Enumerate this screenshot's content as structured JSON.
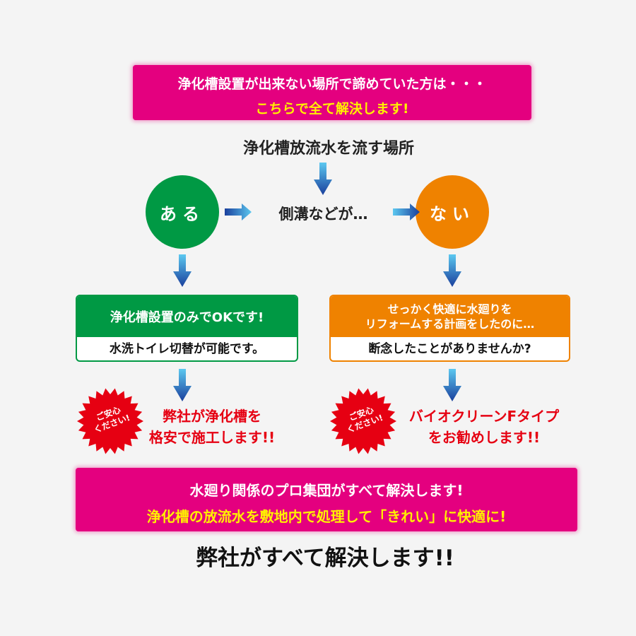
{
  "top_banner": {
    "line1": "浄化槽設置が出来ない場所で諦めていた方は・・・",
    "line2": "こちらで全て解決します!"
  },
  "question": "浄化槽放流水を流す場所",
  "middle_text": "側溝などが…",
  "yes_circle": "ある",
  "no_circle": "ない",
  "left_box": {
    "head": "浄化槽設置のみでOKです!",
    "foot": "水洗トイレ切替が可能です。"
  },
  "right_box": {
    "head1": "せっかく快適に水廻りを",
    "head2": "リフォームする計画をしたのに…",
    "foot": "断念したことがありませんか?"
  },
  "badge": {
    "line1": "ご安心",
    "line2": "ください!"
  },
  "left_result": {
    "line1": "弊社が浄化槽を",
    "line2": "格安で施工します!!"
  },
  "right_result": {
    "line1": "バイオクリーンFタイプ",
    "line2": "をお勧めします!!"
  },
  "bottom_banner": {
    "line1": "水廻り関係のプロ集団がすべて解決します!",
    "line2": "浄化槽の放流水を敷地内で処理して「きれい」に快適に!"
  },
  "closing": "弊社がすべて解決します!!",
  "colors": {
    "magenta": "#e4007f",
    "green": "#009944",
    "orange": "#ef8200",
    "red": "#e60012",
    "yellow": "#fff100",
    "arrow": "#1d4fa8"
  }
}
